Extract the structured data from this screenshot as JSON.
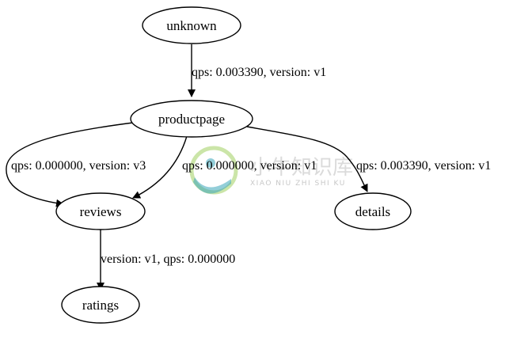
{
  "nodes": {
    "unknown": "unknown",
    "productpage": "productpage",
    "reviews": "reviews",
    "details": "details",
    "ratings": "ratings"
  },
  "edges": {
    "unknown_to_productpage": "qps: 0.003390, version: v1",
    "productpage_to_reviews_v3": "qps: 0.000000, version: v3",
    "productpage_to_reviews_v1": "qps: 0.000000, version: v1",
    "productpage_to_details": "qps: 0.003390, version: v1",
    "reviews_to_ratings": "version: v1, qps: 0.000000"
  },
  "watermark": {
    "cn": "小牛知识库",
    "en": "XIAO NIU ZHI SHI KU"
  },
  "colors": {
    "stroke": "#000000",
    "watermark_teal": "#3aa6b9",
    "watermark_green": "#8cc63f"
  }
}
